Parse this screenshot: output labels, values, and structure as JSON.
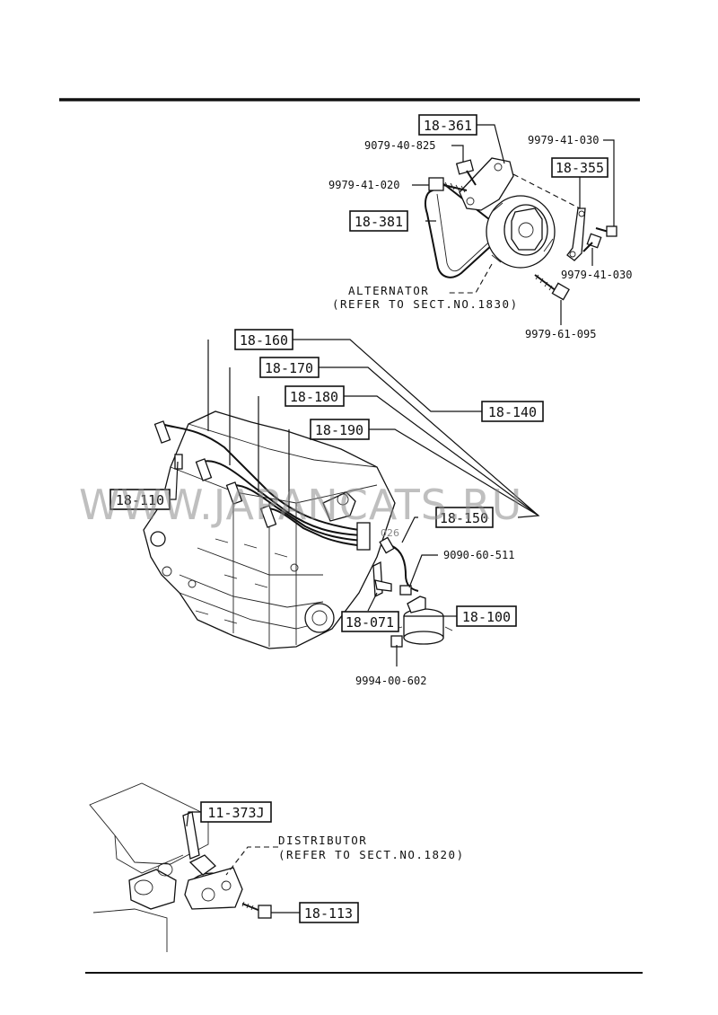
{
  "watermark": {
    "text": "WWW.JAPANCATS.RU",
    "code": "026"
  },
  "alternator_group": {
    "refs": {
      "bracket": "18-361",
      "stay": "18-355",
      "belt": "18-381"
    },
    "bolts": {
      "bracket_bolt": "9079-40-825",
      "stay_bolt_top": "9979-41-030",
      "pivot_bolt": "9979-41-020",
      "stay_bolt_lower": "9979-41-030",
      "main_bolt": "9979-61-095"
    },
    "caption": {
      "line1": "ALTERNATOR",
      "line2": "(REFER TO SECT.NO.1830)"
    }
  },
  "ignition_group": {
    "refs": {
      "lead1": "18-160",
      "lead2": "18-170",
      "lead3": "18-180",
      "lead4": "18-190",
      "lead_set": "18-140",
      "coil_lead": "18-150",
      "plug": "18-110",
      "bracket": "18-071",
      "coil": "18-100"
    },
    "bolts": {
      "coil_nut": "9090-60-511",
      "bracket_bolt": "9994-00-602"
    }
  },
  "distributor_group": {
    "refs": {
      "mount": "11-373J",
      "bolt": "18-113"
    },
    "caption": {
      "line1": "DISTRIBUTOR",
      "line2": "(REFER TO SECT.NO.1820)"
    }
  }
}
